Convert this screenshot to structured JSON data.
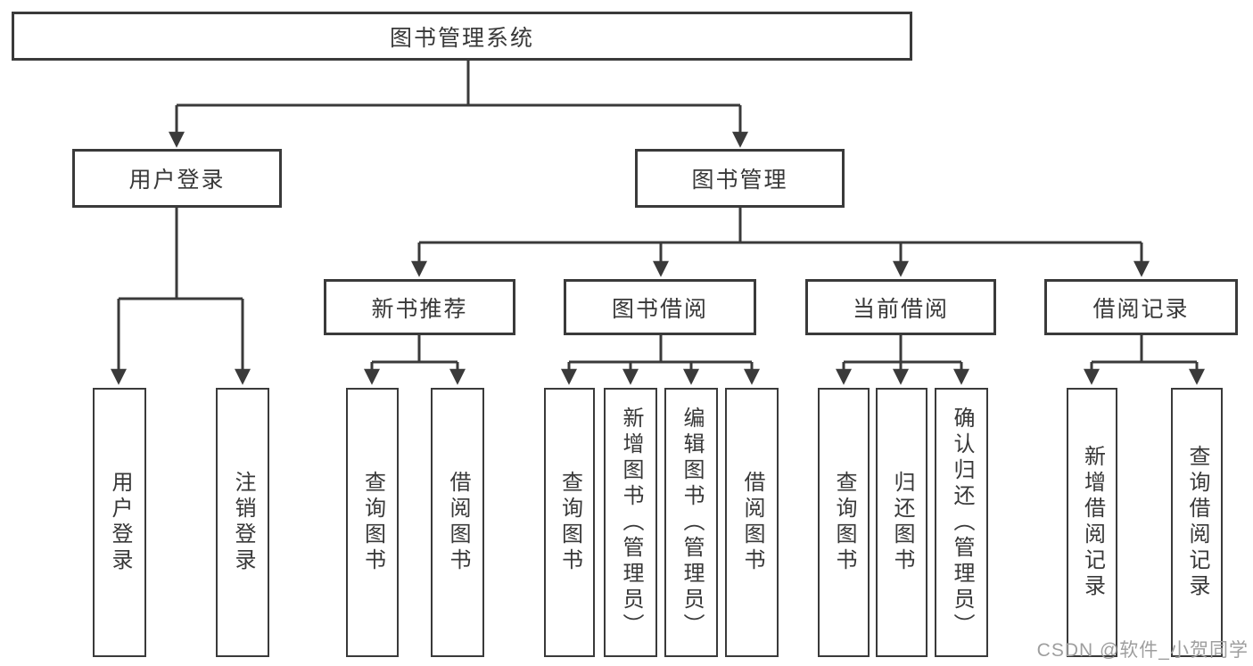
{
  "diagram": {
    "type": "hierarchy-tree",
    "root": {
      "label": "图书管理系统"
    },
    "level1": [
      {
        "label": "用户登录",
        "parent": "图书管理系统"
      },
      {
        "label": "图书管理",
        "parent": "图书管理系统"
      }
    ],
    "level2": [
      {
        "label": "新书推荐",
        "parent": "图书管理"
      },
      {
        "label": "图书借阅",
        "parent": "图书管理"
      },
      {
        "label": "当前借阅",
        "parent": "图书管理"
      },
      {
        "label": "借阅记录",
        "parent": "图书管理"
      }
    ],
    "leaves": [
      {
        "label": "用户登录",
        "parent": "用户登录"
      },
      {
        "label": "注销登录",
        "parent": "用户登录"
      },
      {
        "label": "查询图书",
        "parent": "新书推荐"
      },
      {
        "label": "借阅图书",
        "parent": "新书推荐"
      },
      {
        "label": "查询图书",
        "parent": "图书借阅"
      },
      {
        "label": "新增图书（管理员）",
        "parent": "图书借阅"
      },
      {
        "label": "编辑图书（管理员）",
        "parent": "图书借阅"
      },
      {
        "label": "借阅图书",
        "parent": "图书借阅"
      },
      {
        "label": "查询图书",
        "parent": "当前借阅"
      },
      {
        "label": "归还图书",
        "parent": "当前借阅"
      },
      {
        "label": "确认归还（管理员）",
        "parent": "当前借阅"
      },
      {
        "label": "新增借阅记录",
        "parent": "借阅记录"
      },
      {
        "label": "查询借阅记录",
        "parent": "借阅记录"
      }
    ]
  },
  "watermark": "CSDN @软件_小贺同学",
  "colors": {
    "line": "#3a3a3a",
    "text": "#383838",
    "watermark": "#9e9e9e",
    "background": "#ffffff"
  }
}
